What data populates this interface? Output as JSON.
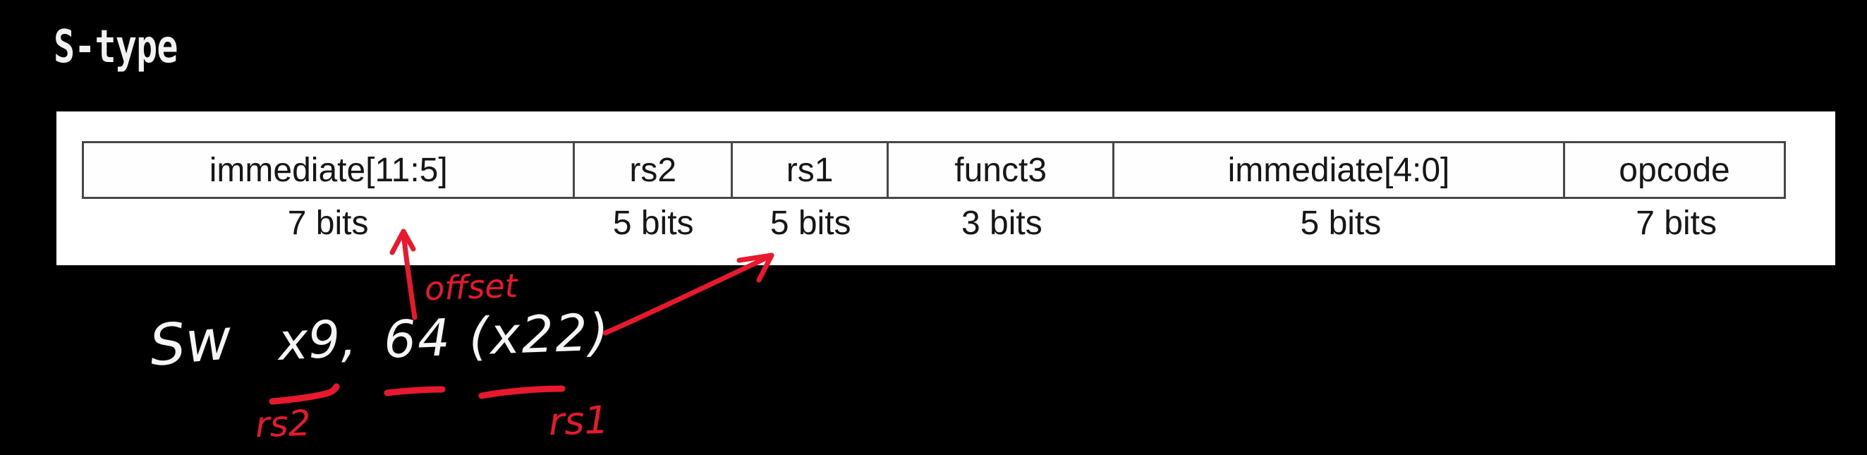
{
  "title": "S-type",
  "colors": {
    "background": "#000000",
    "panel": "#ffffff",
    "annotation_red": "#e8192c",
    "table_border": "#474747",
    "table_text": "#161616",
    "handwriting_white": "#f5f5f5"
  },
  "format_table": {
    "fields": [
      {
        "name": "immediate[11:5]",
        "bits": "7 bits"
      },
      {
        "name": "rs2",
        "bits": "5 bits"
      },
      {
        "name": "rs1",
        "bits": "5 bits"
      },
      {
        "name": "funct3",
        "bits": "3 bits"
      },
      {
        "name": "immediate[4:0]",
        "bits": "5 bits"
      },
      {
        "name": "opcode",
        "bits": "7 bits"
      }
    ]
  },
  "handwritten": {
    "mnemonic": "Sw",
    "operand_rs2": "x9,",
    "operand_offset_base": "64 (x22)",
    "label_offset": "offset",
    "label_rs2": "rs2",
    "label_rs1": "rs1"
  }
}
